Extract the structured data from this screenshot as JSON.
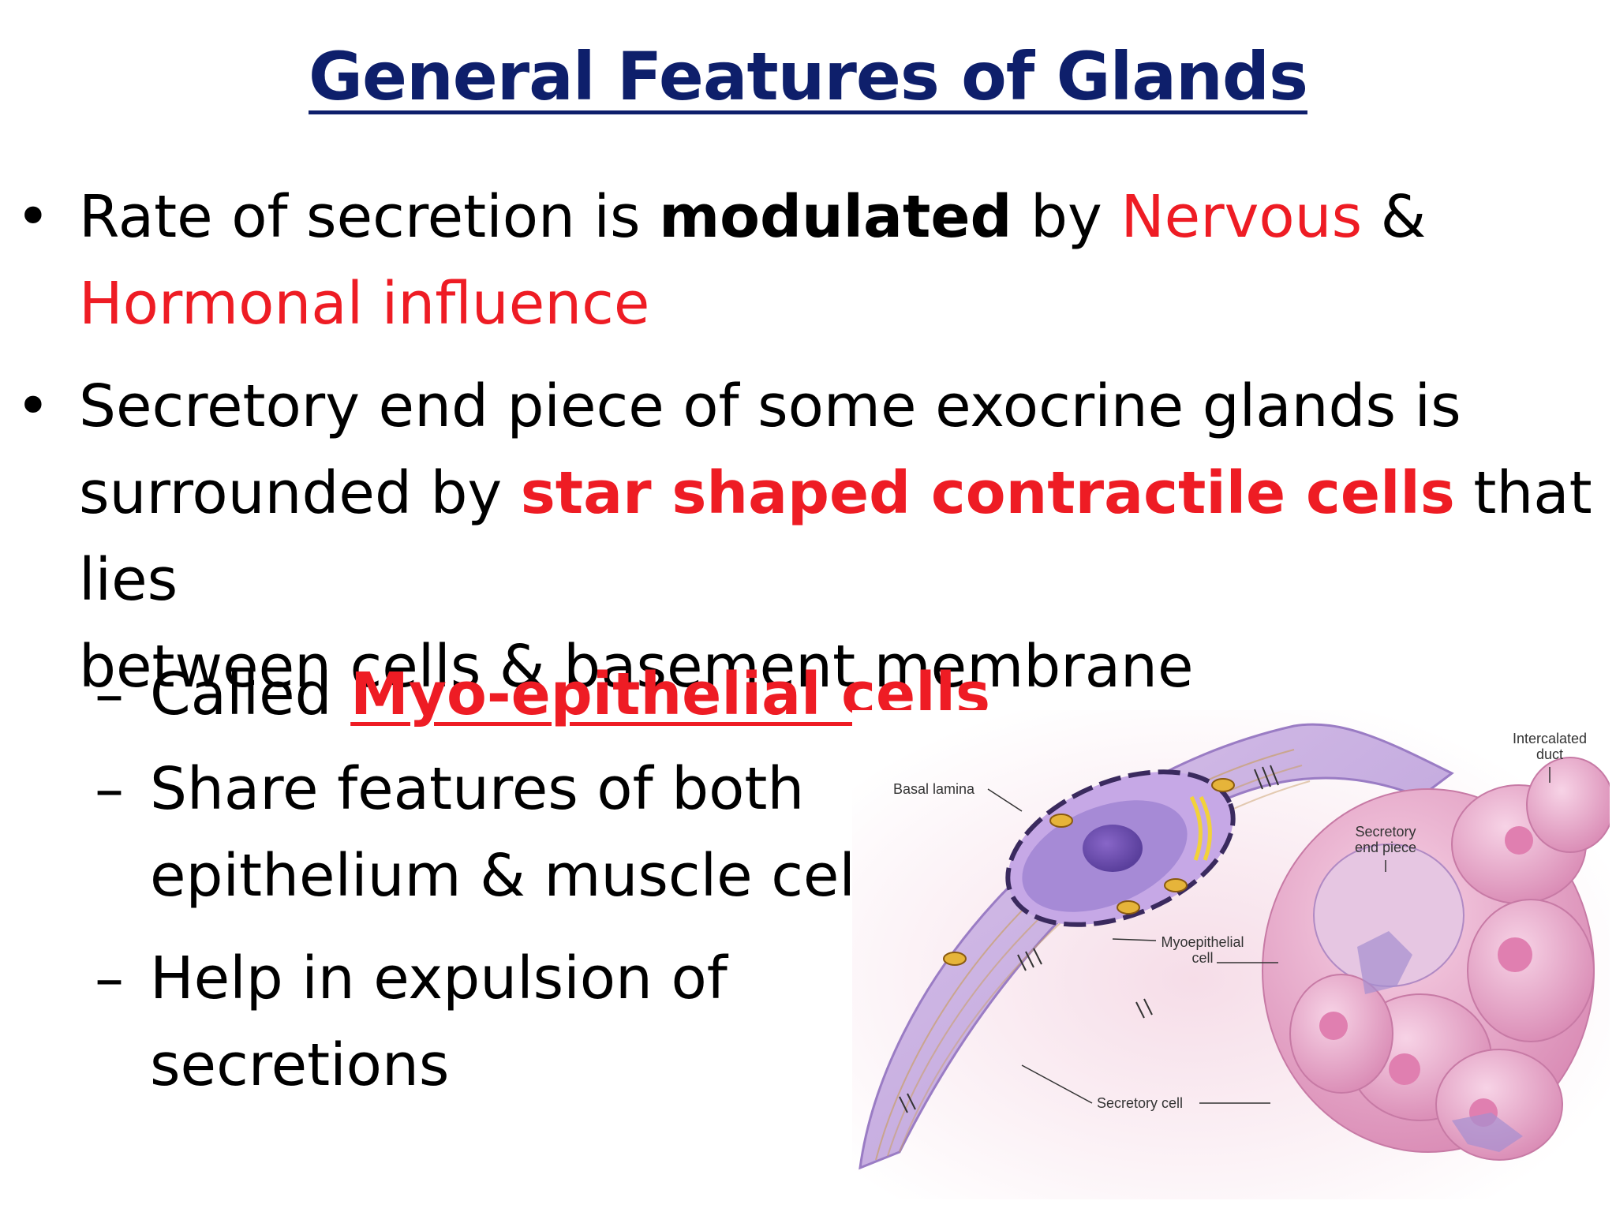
{
  "title": "General Features of Glands",
  "bullets": {
    "b1": {
      "t1": "Rate of secretion is ",
      "t2": "modulated",
      "t3": " by ",
      "t4": "Nervous",
      "t5": " &",
      "t6": "Hormonal influence"
    },
    "b2": {
      "l1": "Secretory end piece of some exocrine glands is",
      "l2a": "surrounded by ",
      "l2b": "star shaped contractile cells",
      "l2c": " that lies",
      "l3": "between cells & basement membrane"
    }
  },
  "subs": {
    "s1a": "Called ",
    "s1b": "Myo-epithelial cells",
    "s2l1": "Share features of both",
    "s2l2": "epithelium & muscle cell",
    "s3l1": "Help in  expulsion of",
    "s3l2": "secretions"
  },
  "figure": {
    "basal_lamina": "Basal lamina",
    "intercalated_l1": "Intercalated",
    "intercalated_l2": "duct",
    "secretory_end_l1": "Secretory",
    "secretory_end_l2": "end piece",
    "myo_l1": "Myoepithelial",
    "myo_l2": "cell",
    "secretory_cell": "Secretory cell"
  },
  "colors": {
    "title": "#0e1f6b",
    "emphasis_red": "#ee1c24"
  }
}
